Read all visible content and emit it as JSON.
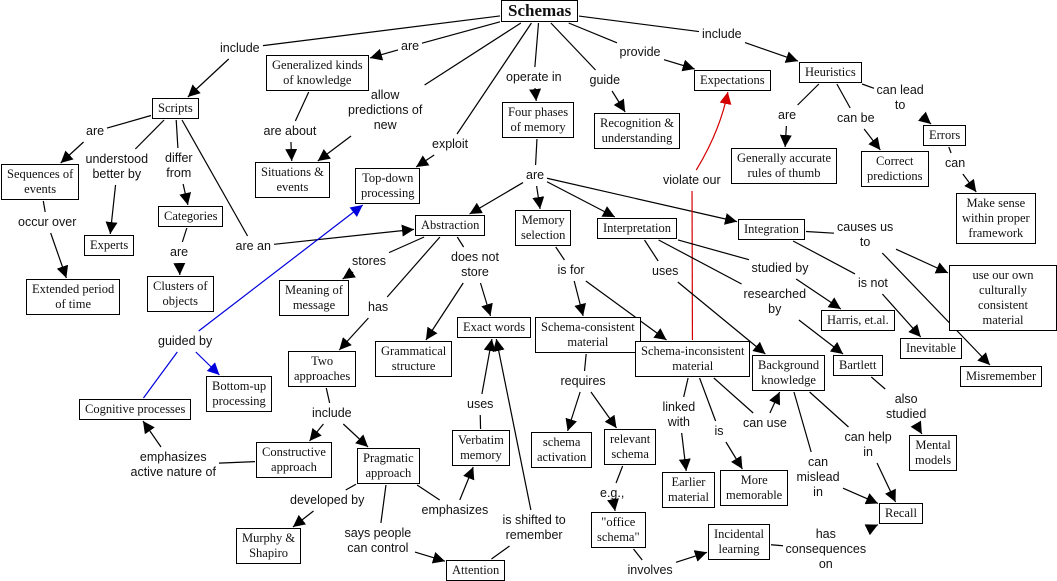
{
  "title": "Schemas",
  "nodes": {
    "schemas": "Schemas",
    "scripts": "Scripts",
    "generalized": "Generalized kinds\nof knowledge",
    "situations": "Situations &\nevents",
    "four_phases": "Four phases\nof memory",
    "recognition": "Recognition &\nunderstanding",
    "expectations": "Expectations",
    "heuristics": "Heuristics",
    "rules_of_thumb": "Generally accurate\nrules of thumb",
    "correct_predictions": "Correct\npredictions",
    "errors": "Errors",
    "make_sense": "Make sense\nwithin proper\nframework",
    "sequences": "Sequences of\nevents",
    "experts": "Experts",
    "categories": "Categories",
    "clusters": "Clusters of\nobjects",
    "extended_period": "Extended period\nof time",
    "top_down": "Top-down\nprocessing",
    "abstraction": "Abstraction",
    "memory_selection": "Memory\nselection",
    "interpretation": "Interpretation",
    "integration": "Integration",
    "use_own": "use our own\nculturally consistent\nmaterial",
    "meaning": "Meaning of\nmessage",
    "grammatical": "Grammatical\nstructure",
    "exact_words": "Exact words",
    "schema_consistent": "Schema-consistent\nmaterial",
    "schema_inconsistent": "Schema-inconsistent\nmaterial",
    "background": "Background\nknowledge",
    "harris": "Harris, et.al.",
    "bartlett": "Bartlett",
    "inevitable": "Inevitable",
    "misremember": "Misremember",
    "two_approaches": "Two\napproaches",
    "bottom_up": "Bottom-up\nprocessing",
    "cognitive": "Cognitive processes",
    "constructive": "Constructive\napproach",
    "pragmatic": "Pragmatic\napproach",
    "verbatim": "Verbatim\nmemory",
    "schema_activation": "schema\nactivation",
    "relevant_schema": "relevant\nschema",
    "earlier_material": "Earlier\nmaterial",
    "more_memorable": "More\nmemorable",
    "mental_models": "Mental\nmodels",
    "recall": "Recall",
    "murphy": "Murphy &\nShapiro",
    "attention": "Attention",
    "office_schema": "\"office\nschema\"",
    "incidental": "Incidental\nlearning"
  },
  "labels": {
    "include_left": "include",
    "are_gen": "are",
    "allow_predictions": "allow\npredictions of\nnew",
    "are_about": "are about",
    "exploit": "exploit",
    "operate_in": "operate in",
    "guide": "guide",
    "provide": "provide",
    "include_right": "include",
    "are_heur": "are",
    "can_be": "can be",
    "can_lead_to": "can lead\nto",
    "can_errors": "can",
    "are_scripts": "are",
    "understood_by": "understood\nbetter by",
    "differ_from": "differ\nfrom",
    "are_an": "are an",
    "are_cat": "are",
    "occur_over": "occur over",
    "are_phases": "are",
    "violate_our": "violate our",
    "causes_us_to": "causes us\nto",
    "stores": "stores",
    "does_not_store": "does not\nstore",
    "has": "has",
    "is_for": "is for",
    "uses_interp": "uses",
    "studied_by": "studied by",
    "researched_by": "researched\nby",
    "is_not": "is not",
    "guided_by": "guided by",
    "include_two": "include",
    "emphasizes_active": "emphasizes\nactive nature of",
    "uses_verbatim": "uses",
    "requires": "requires",
    "linked_with": "linked\nwith",
    "is_incon": "is",
    "can_use": "can use",
    "can_help_in": "can help\nin",
    "can_mislead_in": "can\nmislead\nin",
    "also_studied": "also\nstudied",
    "developed_by": "developed by",
    "says_people": "says people\ncan control",
    "emphasizes": "emphasizes",
    "is_shifted": "is shifted to\nremember",
    "eg": "e.g.,",
    "involves": "involves",
    "has_consequences": "has\nconsequences\non"
  },
  "links": [
    [
      "schemas",
      "include_left",
      "scripts",
      "black"
    ],
    [
      "schemas",
      "are_gen",
      "generalized",
      "black"
    ],
    [
      "schemas",
      "allow_predictions",
      "situations",
      "black"
    ],
    [
      "generalized",
      "are_about",
      "situations",
      "black"
    ],
    [
      "schemas",
      "exploit",
      "top_down",
      "black"
    ],
    [
      "schemas",
      "operate_in",
      "four_phases",
      "black"
    ],
    [
      "schemas",
      "guide",
      "recognition",
      "black"
    ],
    [
      "schemas",
      "provide",
      "expectations",
      "black"
    ],
    [
      "schemas",
      "include_right",
      "heuristics",
      "black"
    ],
    [
      "heuristics",
      "are_heur",
      "rules_of_thumb",
      "black"
    ],
    [
      "heuristics",
      "can_be",
      "correct_predictions",
      "black"
    ],
    [
      "heuristics",
      "can_lead_to",
      "errors",
      "black"
    ],
    [
      "errors",
      "can_errors",
      "make_sense",
      "black"
    ],
    [
      "scripts",
      "are_scripts",
      "sequences",
      "black"
    ],
    [
      "scripts",
      "understood_by",
      "experts",
      "black"
    ],
    [
      "scripts",
      "differ_from",
      "categories",
      "black"
    ],
    [
      "scripts",
      "are_an",
      "abstraction",
      "black"
    ],
    [
      "categories",
      "are_cat",
      "clusters",
      "black"
    ],
    [
      "sequences",
      "occur_over",
      "extended_period",
      "black"
    ],
    [
      "four_phases",
      "are_phases",
      "abstraction",
      "black"
    ],
    [
      "four_phases",
      "are_phases",
      "memory_selection",
      "black"
    ],
    [
      "four_phases",
      "are_phases",
      "interpretation",
      "black"
    ],
    [
      "four_phases",
      "are_phases",
      "integration",
      "black"
    ],
    [
      "schema_inconsistent",
      "violate_our",
      "expectations",
      "red"
    ],
    [
      "integration",
      "causes_us_to",
      "use_own",
      "black"
    ],
    [
      "integration",
      "causes_us_to",
      "misremember",
      "black"
    ],
    [
      "abstraction",
      "stores",
      "meaning",
      "black"
    ],
    [
      "abstraction",
      "does_not_store",
      "exact_words",
      "black"
    ],
    [
      "abstraction",
      "does_not_store",
      "grammatical",
      "black"
    ],
    [
      "abstraction",
      "has",
      "two_approaches",
      "black"
    ],
    [
      "memory_selection",
      "is_for",
      "schema_consistent",
      "black"
    ],
    [
      "memory_selection",
      "is_for",
      "schema_inconsistent",
      "black"
    ],
    [
      "interpretation",
      "uses_interp",
      "background",
      "black"
    ],
    [
      "interpretation",
      "studied_by",
      "harris",
      "black"
    ],
    [
      "interpretation",
      "researched_by",
      "bartlett",
      "black"
    ],
    [
      "integration",
      "is_not",
      "inevitable",
      "black"
    ],
    [
      "cognitive",
      "guided_by",
      "top_down",
      "blue"
    ],
    [
      "cognitive",
      "guided_by",
      "bottom_up",
      "blue"
    ],
    [
      "two_approaches",
      "include_two",
      "constructive",
      "black"
    ],
    [
      "two_approaches",
      "include_two",
      "pragmatic",
      "black"
    ],
    [
      "constructive",
      "emphasizes_active",
      "cognitive",
      "black"
    ],
    [
      "verbatim",
      "uses_verbatim",
      "exact_words",
      "black"
    ],
    [
      "schema_consistent",
      "requires",
      "schema_activation",
      "black"
    ],
    [
      "schema_consistent",
      "requires",
      "relevant_schema",
      "black"
    ],
    [
      "schema_inconsistent",
      "linked_with",
      "earlier_material",
      "black"
    ],
    [
      "schema_inconsistent",
      "is_incon",
      "more_memorable",
      "black"
    ],
    [
      "schema_inconsistent",
      "can_use",
      "background",
      "black"
    ],
    [
      "background",
      "can_help_in",
      "recall",
      "black"
    ],
    [
      "background",
      "can_mislead_in",
      "recall",
      "black"
    ],
    [
      "bartlett",
      "also_studied",
      "mental_models",
      "black"
    ],
    [
      "pragmatic",
      "developed_by",
      "murphy",
      "black"
    ],
    [
      "pragmatic",
      "says_people",
      "attention",
      "black"
    ],
    [
      "pragmatic",
      "emphasizes",
      "verbatim",
      "black"
    ],
    [
      "attention",
      "is_shifted",
      "exact_words",
      "black"
    ],
    [
      "relevant_schema",
      "eg",
      "office_schema",
      "black"
    ],
    [
      "office_schema",
      "involves",
      "incidental",
      "black"
    ],
    [
      "incidental",
      "has_consequences",
      "recall",
      "black"
    ]
  ],
  "colors": {
    "black": "#000000",
    "red": "#d40000",
    "blue": "#0000dd"
  }
}
